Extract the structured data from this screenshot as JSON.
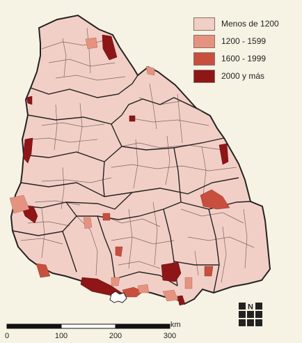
{
  "legend": {
    "items": [
      {
        "label": "Menos de 1200",
        "color": "#f2cfc6"
      },
      {
        "label": "1200 - 1599",
        "color": "#e59380"
      },
      {
        "label": "1600 - 1999",
        "color": "#c84f3d"
      },
      {
        "label": "2000 y más",
        "color": "#8e1616"
      }
    ]
  },
  "scale": {
    "unit": "km",
    "ticks": [
      "0",
      "100",
      "200",
      "300"
    ]
  },
  "north": {
    "letter": "N"
  },
  "colors": {
    "background": "#f6f3e4",
    "border": "#222222",
    "sub_border": "#6e5b55"
  }
}
